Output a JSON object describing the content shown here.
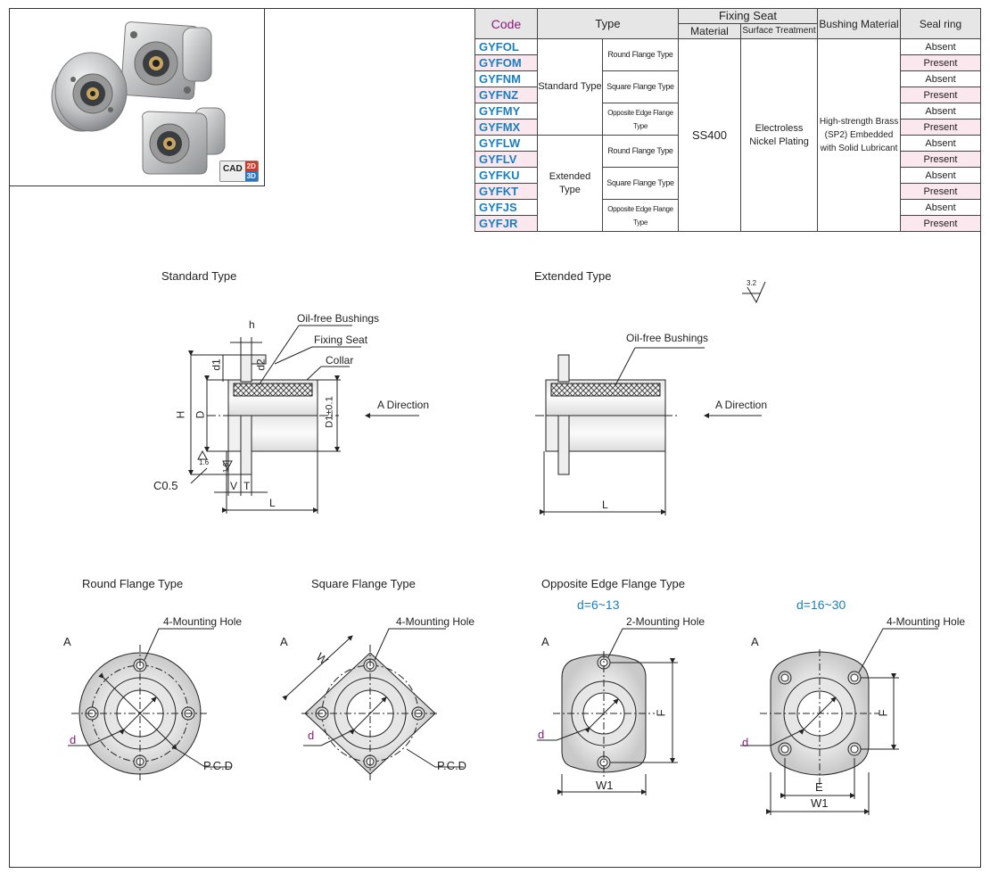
{
  "cad_badge": {
    "label": "CAD",
    "v2d": "2D",
    "v3d": "3D"
  },
  "table": {
    "headers": {
      "code": "Code",
      "type": "Type",
      "fixing_seat": "Fixing Seat",
      "material": "Material",
      "surface_treatment": "Surface Treatment",
      "bushing_material": "Bushing Material",
      "seal_ring": "Seal ring"
    },
    "codes": [
      "GYFOL",
      "GYFOM",
      "GYFNM",
      "GYFNZ",
      "GYFMY",
      "GYFMX",
      "GYFLW",
      "GYFLV",
      "GYFKU",
      "GYFKT",
      "GYFJS",
      "GYFJR"
    ],
    "seal": [
      "Absent",
      "Present",
      "Absent",
      "Present",
      "Absent",
      "Present",
      "Absent",
      "Present",
      "Absent",
      "Present",
      "Absent",
      "Present"
    ],
    "type_groups": [
      "Standard Type",
      "Extended Type"
    ],
    "flange_types": [
      "Round Flange Type",
      "Square Flange Type",
      "Opposite Edge Flange Type",
      "Round Flange Type",
      "Square Flange Type",
      "Opposite Edge Flange Type"
    ],
    "material": "SS400",
    "surface": [
      "Electroless",
      "Nickel Plating"
    ],
    "bushing": [
      "High-strength Brass",
      "(SP2) Embedded",
      "with Solid Lubricant"
    ]
  },
  "drawings": {
    "standard_title": "Standard Type",
    "extended_title": "Extended Type",
    "roughness": "3.2",
    "oil_free": "Oil-free Bushings",
    "fixing_seat": "Fixing Seat",
    "collar": "Collar",
    "a_direction": "A Direction",
    "dims": {
      "h": "h",
      "d1": "d1",
      "d2": "d2",
      "H": "H",
      "D": "D",
      "D1": "D1±0.1",
      "c05": "C0.5",
      "V": "V",
      "T": "T",
      "L": "L",
      "r16": "1.6"
    },
    "round_title": "Round Flange Type",
    "square_title": "Square Flange Type",
    "opposite_title": "Opposite Edge Flange Type",
    "range_small": "d=6~13",
    "range_large": "d=16~30",
    "mount4": "4-Mounting Hole",
    "mount2": "2-Mounting Hole",
    "A": "A",
    "d": "d",
    "pcd": "P.C.D",
    "W": "W",
    "F": "F",
    "W1": "W1",
    "E": "E"
  }
}
